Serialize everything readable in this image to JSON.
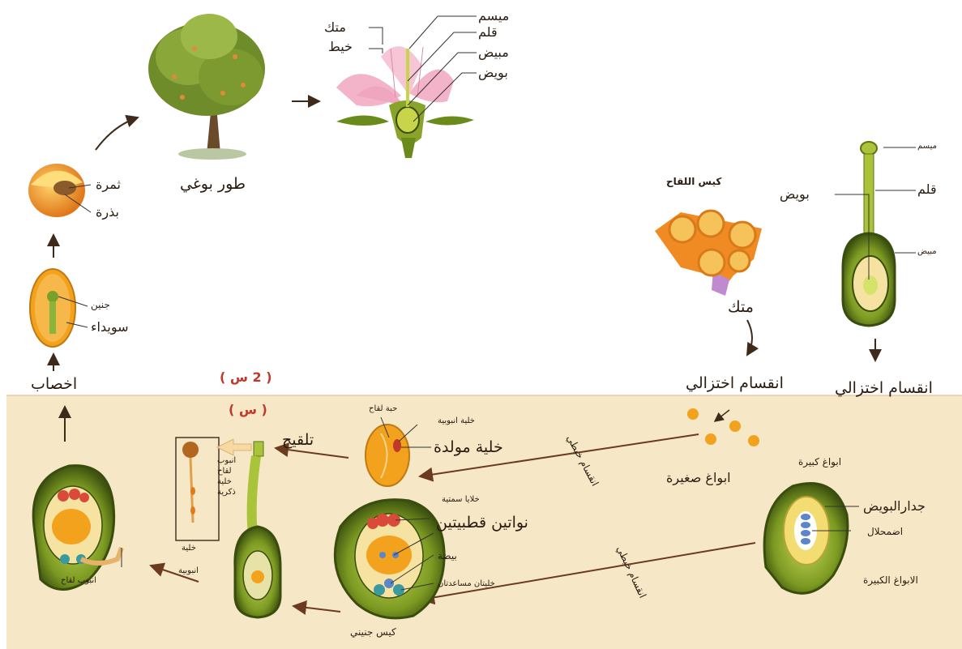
{
  "top_flower_labels": [
    "متك",
    "خيط",
    "ميسم",
    "قلم",
    "مبيض",
    "بويض"
  ],
  "sporophyte_label": "طور بوغي",
  "fruit_labels": [
    "ثمرة",
    "بذرة"
  ],
  "seed_labels": [
    "جنين",
    "سويداء"
  ],
  "fertilization_label": "اخصاب",
  "pollen_sac_label": "كيس اللقاح",
  "anther_label": "متك",
  "pistil_labels": [
    "ميسم",
    "قلم",
    "بويض",
    "مبيض"
  ],
  "meiosis_label_1": "انقسام اختزالي",
  "meiosis_label_2": "انقسام اختزالي",
  "microspores_label": "ابواغ صغيرة",
  "megaspores_label": "ابواغ كبيرة",
  "mitosis_label_1": "انقسام خيطي",
  "mitosis_label_2": "انقسام خيطي",
  "pollen_grain_labels": {
    "pollen_grain": "حبة لقاح",
    "tube_cell": "خلية انبوبية",
    "generative_cell": "خلية مولدة"
  },
  "pollination_label": "تلقيح",
  "ploidy_2n": "( 2 س )",
  "ploidy_n": "( س )",
  "tube_labels": [
    "انبوب",
    "لقاح",
    "خلية",
    "ذكرية"
  ],
  "tube_cell_labels": [
    "خلية",
    "انبوبية"
  ],
  "ovule_labels": [
    "جدارالبويض",
    "اضمحلال",
    "الابواغ الكبيرة"
  ],
  "embryo_sac_labels": [
    "خلايا سمتية",
    "نواتين قطبيتين",
    "بيضة",
    "خليتان مساعدتان"
  ],
  "embryo_sac_label": "كيس جنيني",
  "final_tube_label": "انبوب لقاح",
  "colors": {
    "panel": "#f6e7c6",
    "arrow": "#6b3a1f",
    "ovary": "#6b8a1c",
    "ovary_dark": "#3a4d0c",
    "orange": "#f2a21c",
    "petal": "#f3b3c9"
  }
}
